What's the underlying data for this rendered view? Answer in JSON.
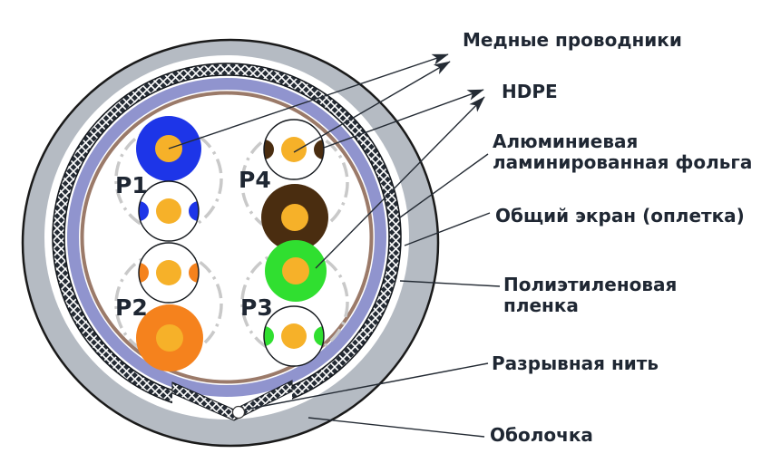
{
  "figure": {
    "type": "cable-cross-section-diagram",
    "description_visible_text_only": true,
    "pairs": [
      {
        "label": "P1",
        "color_name": "blue"
      },
      {
        "label": "P2",
        "color_name": "orange"
      },
      {
        "label": "P3",
        "color_name": "green"
      },
      {
        "label": "P4",
        "color_name": "brown"
      }
    ],
    "annotations": {
      "copper": "Медные проводники",
      "hdpe": "HDPE",
      "foil": {
        "line1": "Алюминиевая",
        "line2": "ламинированная фольга"
      },
      "braid": "Общий экран (оплетка)",
      "film": {
        "line1": "Полиэтиленовая",
        "line2": "пленка"
      },
      "ripcord": "Разрывная нить",
      "jacket": "Оболочка"
    },
    "colors": {
      "jacket_gray": "#B5BBC3",
      "foil_purple": "#9094CE",
      "film_brown": "#9B7A69",
      "braid_dark": "#242B34",
      "copper": "#F6B129",
      "pair_blue": "#1D35E8",
      "pair_orange": "#F5821D",
      "pair_green": "#30DF30",
      "pair_brown": "#4A2D10",
      "dash_circle_gray": "#C9C9C9",
      "label_text": "#1F2733",
      "outline_black": "#1A1A1A"
    }
  }
}
